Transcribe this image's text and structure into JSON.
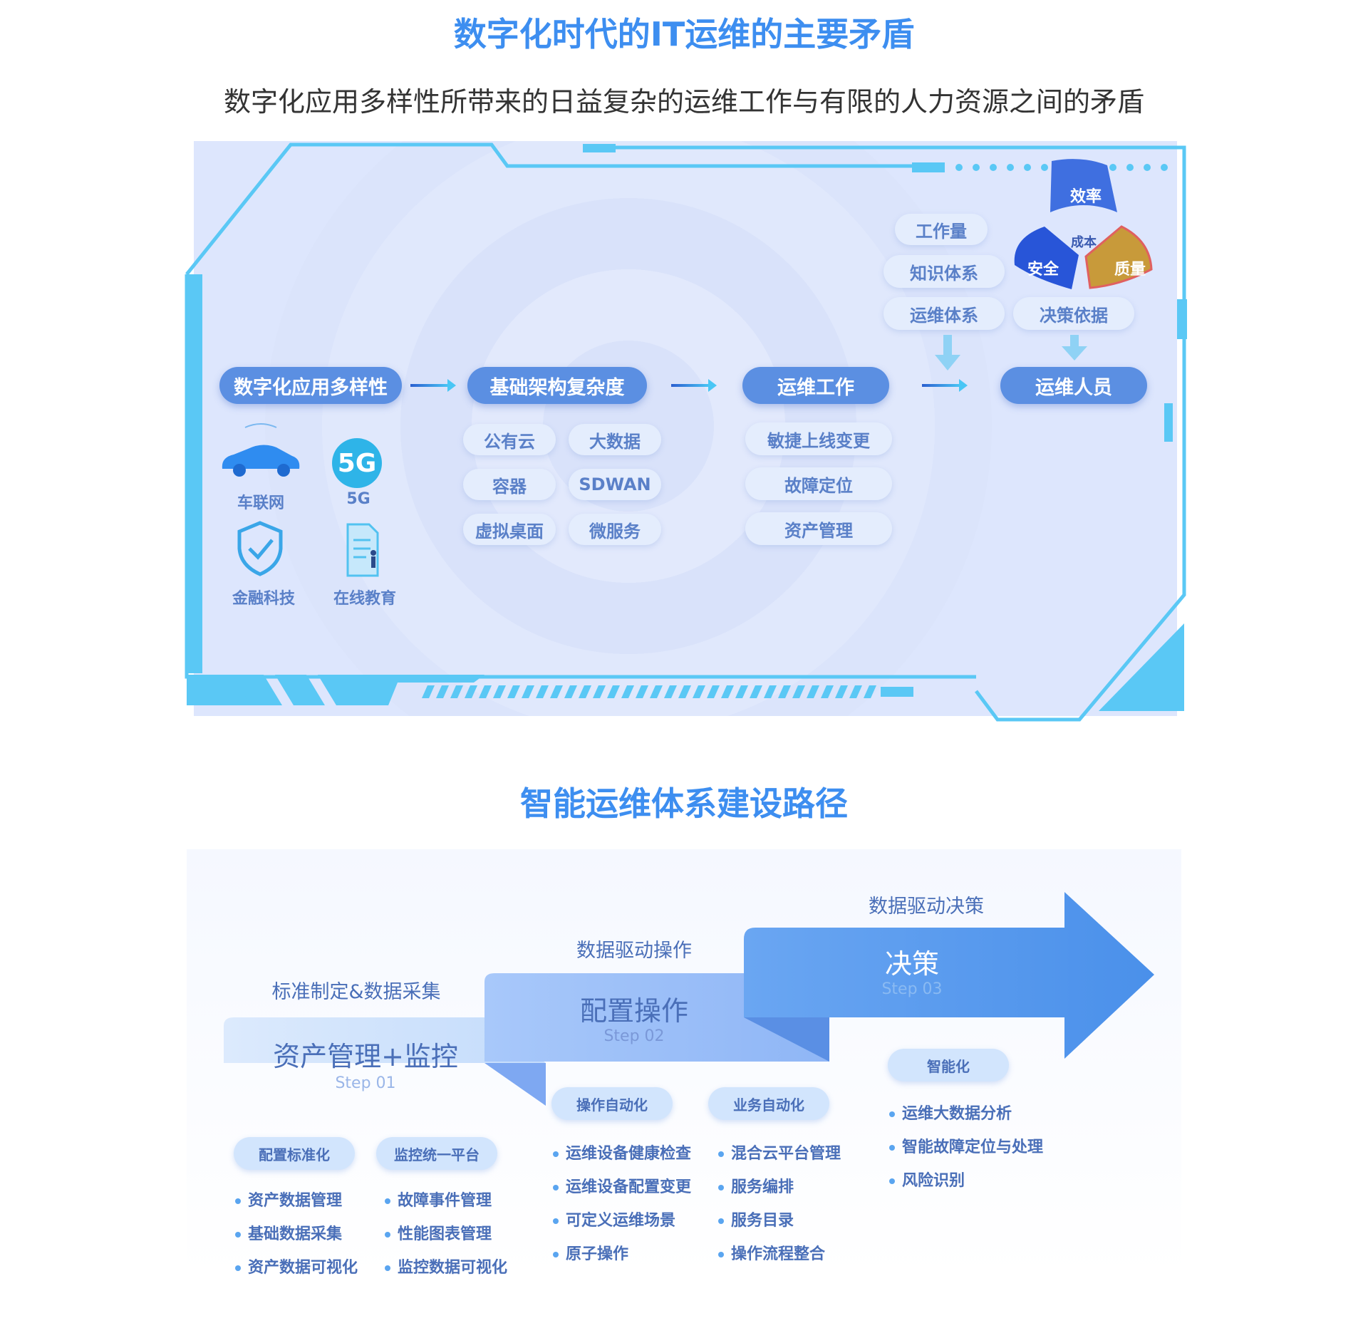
{
  "section1": {
    "title": "数字化时代的IT运维的主要矛盾",
    "subtitle": "数字化应用多样性所带来的日益复杂的运维工作与有限的人力资源之间的矛盾",
    "main_flow": [
      "数字化应用多样性",
      "基础架构复杂度",
      "运维工作",
      "运维人员"
    ],
    "apps": [
      {
        "label": "车联网",
        "icon": "car-icon"
      },
      {
        "label": "5G",
        "icon": "5g-icon",
        "badge": "5G"
      },
      {
        "label": "金融科技",
        "icon": "shield-check-icon"
      },
      {
        "label": "在线教育",
        "icon": "document-person-icon"
      }
    ],
    "infra": [
      "公有云",
      "大数据",
      "容器",
      "SDWAN",
      "虚拟桌面",
      "微服务"
    ],
    "ops": [
      "敏捷上线变更",
      "故障定位",
      "资产管理"
    ],
    "inputs": [
      "工作量",
      "知识体系",
      "运维体系",
      "决策依据"
    ],
    "triangle": {
      "top": "效率",
      "left": "安全",
      "right": "质量",
      "center": "成本"
    },
    "colors": {
      "accent": "#3d8ef0",
      "frame": "#5ac8f5",
      "dark_pill": "#5b8fe2",
      "light_pill": "#e4edfd",
      "tri_top": "#3f6fe0",
      "tri_left": "#2855d8",
      "tri_right": "#c89a3a"
    }
  },
  "section2": {
    "title": "智能运维体系建设路径",
    "steps": [
      {
        "caption": "标准制定&数据采集",
        "name": "资产管理+监控",
        "step": "Step 01"
      },
      {
        "caption": "数据驱动操作",
        "name": "配置操作",
        "step": "Step 02"
      },
      {
        "caption": "数据驱动决策",
        "name": "决策",
        "step": "Step 03"
      }
    ],
    "groups": [
      {
        "tag": "配置标准化",
        "items": [
          "资产数据管理",
          "基础数据采集",
          "资产数据可视化"
        ]
      },
      {
        "tag": "监控统一平台",
        "items": [
          "故障事件管理",
          "性能图表管理",
          "监控数据可视化"
        ]
      },
      {
        "tag": "操作自动化",
        "items": [
          "运维设备健康检查",
          "运维设备配置变更",
          "可定义运维场景",
          "原子操作"
        ]
      },
      {
        "tag": "业务自动化",
        "items": [
          "混合云平台管理",
          "服务编排",
          "服务目录",
          "操作流程整合"
        ]
      },
      {
        "tag": "智能化",
        "items": [
          "运维大数据分析",
          "智能故障定位与处理",
          "风险识别"
        ]
      }
    ]
  }
}
